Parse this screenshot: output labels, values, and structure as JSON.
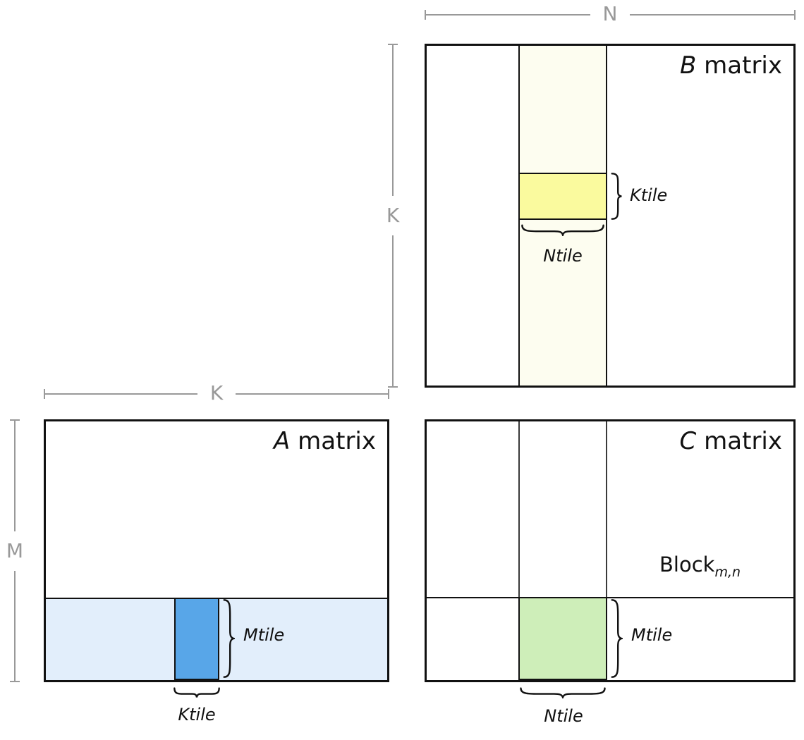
{
  "dims": {
    "n": "N",
    "k_right": "K",
    "k_top": "K",
    "m": "M"
  },
  "b_matrix": {
    "title_letter": "B",
    "title_word": "matrix",
    "ktile_label": "Ktile",
    "ntile_label": "Ntile"
  },
  "a_matrix": {
    "title_letter": "A",
    "title_word": "matrix",
    "mtile_label": "Mtile",
    "ktile_label": "Ktile"
  },
  "c_matrix": {
    "title_letter": "C",
    "title_word": "matrix",
    "block_word": "Block",
    "block_sub": "m,n",
    "mtile_label": "Mtile",
    "ntile_label": "Ntile"
  },
  "colors": {
    "border": "#111111",
    "dimension_gray": "#999999",
    "b_strip": "#fdfdf0",
    "b_tile_yellow": "#fafa9e",
    "a_strip_blue": "#e2eefb",
    "a_tile_blue": "#58a6e8",
    "c_tile_green": "#ceeeb9"
  }
}
